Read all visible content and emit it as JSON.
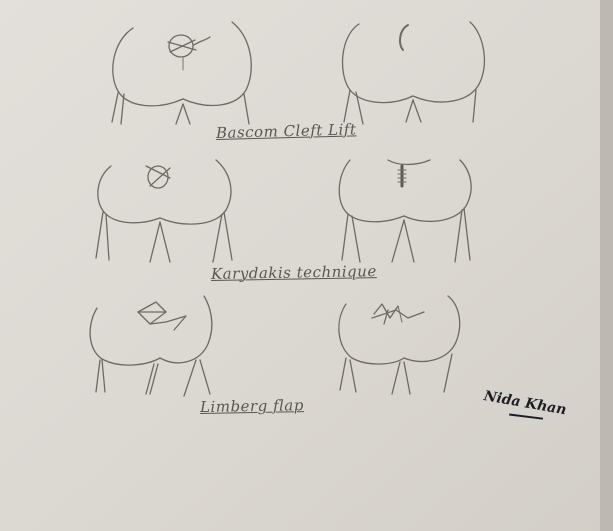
{
  "drawing": {
    "captions": {
      "top": "Bascom Cleft Lift",
      "middle": "Karydakis technique",
      "bottom": "Limberg flap"
    },
    "signature": "Nida Khan"
  },
  "colors": {
    "paper": "#dcd8d2",
    "pencil": "#6f6a62",
    "ink": "#1c1c24"
  }
}
